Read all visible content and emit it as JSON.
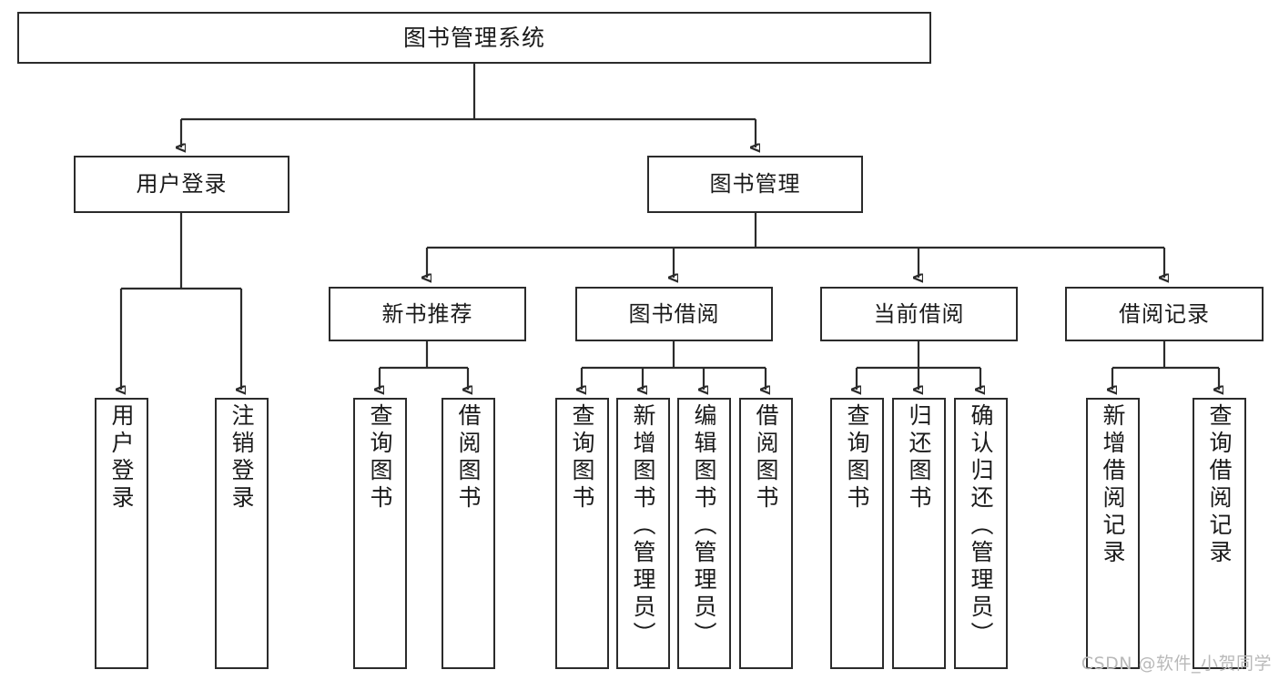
{
  "diagram": {
    "type": "tree-hierarchy",
    "title": "图书管理系统",
    "root": {
      "label": "图书管理系统"
    },
    "level2": [
      {
        "id": "user-login",
        "label": "用户登录"
      },
      {
        "id": "book-manage",
        "label": "图书管理"
      }
    ],
    "level3": [
      {
        "id": "new-book-recommend",
        "label": "新书推荐",
        "parent": "book-manage"
      },
      {
        "id": "book-borrow",
        "label": "图书借阅",
        "parent": "book-manage"
      },
      {
        "id": "current-borrow",
        "label": "当前借阅",
        "parent": "book-manage"
      },
      {
        "id": "borrow-record",
        "label": "借阅记录",
        "parent": "book-manage"
      }
    ],
    "leaves": [
      {
        "id": "leaf-user-login",
        "label": "用户登录",
        "parent": "user-login"
      },
      {
        "id": "leaf-user-logout",
        "label": "注销登录",
        "parent": "user-login"
      },
      {
        "id": "leaf-query-book-1",
        "label": "查询图书",
        "parent": "new-book-recommend"
      },
      {
        "id": "leaf-borrow-book-1",
        "label": "借阅图书",
        "parent": "new-book-recommend"
      },
      {
        "id": "leaf-query-book-2",
        "label": "查询图书",
        "parent": "book-borrow"
      },
      {
        "id": "leaf-add-book",
        "label": "新增图书（管理员）",
        "parent": "book-borrow"
      },
      {
        "id": "leaf-edit-book",
        "label": "编辑图书（管理员）",
        "parent": "book-borrow"
      },
      {
        "id": "leaf-borrow-book-2",
        "label": "借阅图书",
        "parent": "book-borrow"
      },
      {
        "id": "leaf-query-book-3",
        "label": "查询图书",
        "parent": "current-borrow"
      },
      {
        "id": "leaf-return-book",
        "label": "归还图书",
        "parent": "current-borrow"
      },
      {
        "id": "leaf-confirm-return",
        "label": "确认归还（管理员）",
        "parent": "current-borrow"
      },
      {
        "id": "leaf-add-record",
        "label": "新增借阅记录",
        "parent": "borrow-record"
      },
      {
        "id": "leaf-query-record",
        "label": "查询借阅记录",
        "parent": "borrow-record"
      }
    ],
    "colors": {
      "box_border": "#2b2b2b",
      "box_fill": "#ffffff",
      "connector": "#2b2b2b",
      "text": "#1a1a1a",
      "watermark": "#b9b9b9",
      "background": "#ffffff"
    }
  },
  "watermark": {
    "text": "CSDN @软件_小贺同学"
  }
}
